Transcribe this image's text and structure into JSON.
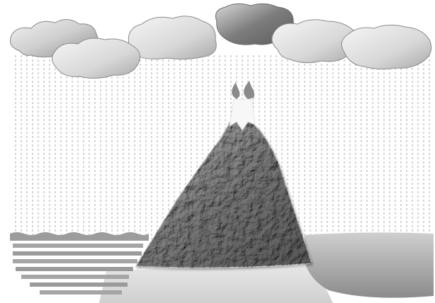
{
  "scene": {
    "elements": [
      "clouds",
      "rain",
      "mountain",
      "snow-cap",
      "flames",
      "water-layers",
      "lake",
      "ground"
    ]
  },
  "colors": {
    "background": "#ffffff",
    "cloud_light": "#efefef",
    "cloud_dark": "#7c7c7c",
    "rain": "#9a9a9a",
    "mountain_light": "#b9b9b9",
    "mountain_dark": "#4f4f4f",
    "water": "#9f9f9f",
    "ground": "#d8d8d8",
    "snow": "#f5f5f5",
    "flame": "#8a8a8a"
  }
}
